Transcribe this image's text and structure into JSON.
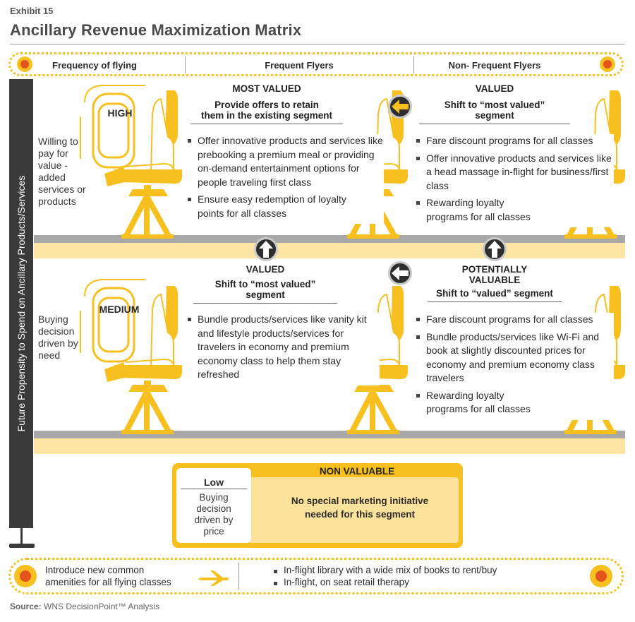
{
  "exhibit": "Exhibit 15",
  "title": "Ancillary Revenue Maximization Matrix",
  "header": {
    "col0": "Frequency of flying",
    "col1": "Frequent Flyers",
    "col2": "Non- Frequent Flyers"
  },
  "y_axis_label": "Future Propensity to Spend on Ancillary Products/Services",
  "rows": {
    "high": {
      "level": "HIGH",
      "description": [
        "Willing to",
        "pay for",
        "value -",
        "added",
        "services or",
        "products"
      ]
    },
    "medium": {
      "level": "MEDIUM",
      "description": [
        "Buying",
        "decision",
        "driven by",
        "need"
      ]
    }
  },
  "quadrants": {
    "most_valued": {
      "title": "MOST VALUED",
      "subtitle": [
        "Provide offers to retain",
        "them in the existing segment"
      ],
      "bullets": [
        "Offer innovative products and services like prebooking a premium meal or providing on-demand entertainment options for people traveling first class",
        "Ensure easy redemption of loyalty points for all classes"
      ]
    },
    "valued_top": {
      "title": "VALUED",
      "subtitle": [
        "Shift to “most valued”",
        "segment"
      ],
      "bullets": [
        "Fare discount programs for all classes",
        "Offer innovative products and services like a head massage in-flight for business/first class",
        "Rewarding loyalty programs for all classes"
      ]
    },
    "valued_bottom": {
      "title": "VALUED",
      "subtitle": [
        "Shift to “most valued”",
        "segment"
      ],
      "bullets": [
        "Bundle products/services like vanity kit and lifestyle products/services for travelers in economy and premium economy class to help them stay refreshed"
      ]
    },
    "potentially_valuable": {
      "title": [
        "POTENTIALLY",
        "VALUABLE"
      ],
      "subtitle": [
        "Shift to “valued” segment"
      ],
      "bullets": [
        "Fare discount programs for all classes",
        "Bundle products/services like Wi-Fi and book at slightly discounted prices for economy and premium economy class travelers",
        "Rewarding loyalty programs for all classes"
      ]
    }
  },
  "non_valuable": {
    "title": "NON VALUABLE",
    "level": "Low",
    "description": [
      "Buying",
      "decision",
      "driven by",
      "price"
    ],
    "text": [
      "No special marketing initiative",
      "needed for this segment"
    ]
  },
  "footer_band": {
    "left": [
      "Introduce new common",
      "amenities for all flying classes"
    ],
    "bullets": [
      "In-flight library with a wide mix of books to rent/buy",
      "In-flight, on seat retail therapy"
    ]
  },
  "source": {
    "label": "Source:",
    "text": "WNS DecisionPoint™ Analysis"
  },
  "colors": {
    "accent_yellow": "#f7c01e",
    "light_yellow": "#fde5a6",
    "accent_orange": "#e2541c",
    "dark": "#3a3a3a"
  },
  "icons": [
    "airplane-window-icon",
    "airplane-seat-icon",
    "arrow-left-icon",
    "arrow-up-icon",
    "airplane-icon"
  ]
}
